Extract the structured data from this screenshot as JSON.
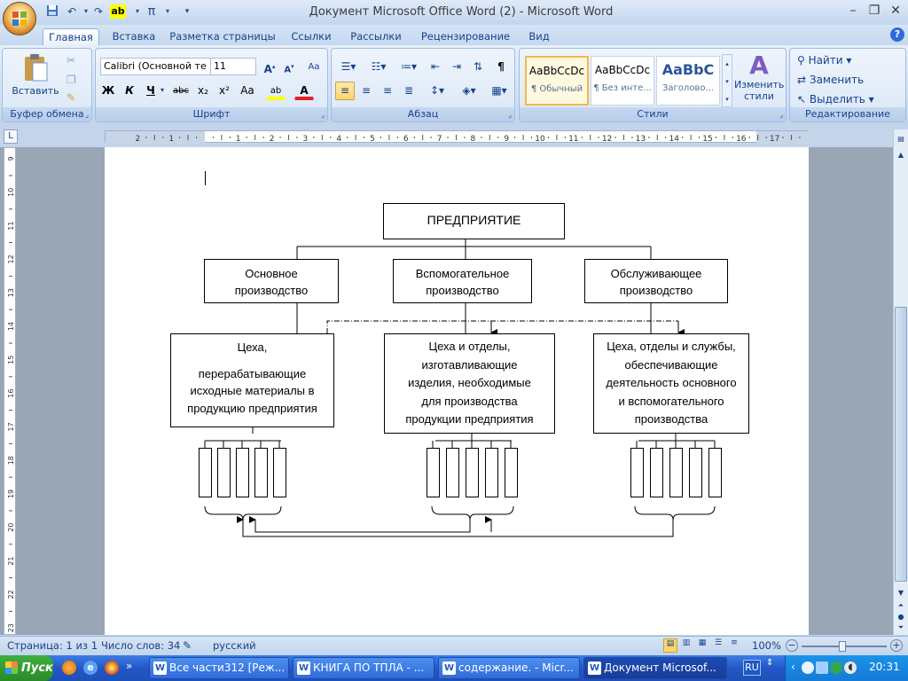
{
  "window": {
    "title": "Документ Microsoft Office Word (2) - Microsoft Word",
    "qat_icons": [
      "save-icon",
      "undo-icon",
      "redo-icon",
      "highlight-icon",
      "pi-icon",
      "customize-qat-icon"
    ]
  },
  "tabs": [
    "Главная",
    "Вставка",
    "Разметка страницы",
    "Ссылки",
    "Рассылки",
    "Рецензирование",
    "Вид"
  ],
  "ribbon": {
    "clipboard": {
      "label": "Буфер обмена",
      "paste": "Вставить"
    },
    "font": {
      "label": "Шрифт",
      "font_name": "Calibri (Основной те",
      "font_size": "11",
      "bold": "Ж",
      "italic": "К",
      "underline": "Ч",
      "strike": "abc",
      "subscript": "x₂",
      "superscript": "x²",
      "case": "Aa",
      "font_color": "A"
    },
    "paragraph": {
      "label": "Абзац",
      "pilcrow": "¶"
    },
    "styles": {
      "label": "Стили",
      "items": [
        {
          "sample": "AaBbCcDc",
          "name": "¶ Обычный"
        },
        {
          "sample": "AaBbCcDc",
          "name": "¶ Без инте..."
        },
        {
          "sample": "AaBbC",
          "name": "Заголово..."
        }
      ],
      "change_styles": "Изменить стили"
    },
    "editing": {
      "label": "Редактирование",
      "find": "Найти",
      "replace": "Заменить",
      "select": "Выделить"
    }
  },
  "diagram": {
    "root": "ПРЕДПРИЯТИЕ",
    "level1": [
      {
        "line1": "Основное",
        "line2": "производство"
      },
      {
        "line1": "Вспомогательное",
        "line2": "производство"
      },
      {
        "line1": "Обслуживающее",
        "line2": "производство"
      }
    ],
    "level2": [
      {
        "lines": [
          "Цеха,",
          "",
          "перерабатывающие",
          "исходные материалы в",
          "продукцию предприятия"
        ]
      },
      {
        "lines": [
          "Цеха и отделы,",
          "изготавливающие",
          "изделия, необходимые",
          "для производства",
          "продукции предприятия"
        ]
      },
      {
        "lines": [
          "Цеха, отделы и службы,",
          "обеспечивающие",
          "деятельность основного",
          "и вспомогательного",
          "производства"
        ]
      }
    ]
  },
  "status": {
    "page": "Страница: 1 из 1",
    "words": "Число слов: 34",
    "language": "русский",
    "zoom": "100%"
  },
  "taskbar": {
    "start": "Пуск",
    "tasks": [
      {
        "label": "Все части312 [Реж...",
        "active": false
      },
      {
        "label": "КНИГА ПО ТПЛА - ...",
        "active": false
      },
      {
        "label": "содержание. - Micr...",
        "active": false
      },
      {
        "label": "Документ Microsof...",
        "active": true
      }
    ],
    "lang": "RU",
    "time": "20:31"
  }
}
